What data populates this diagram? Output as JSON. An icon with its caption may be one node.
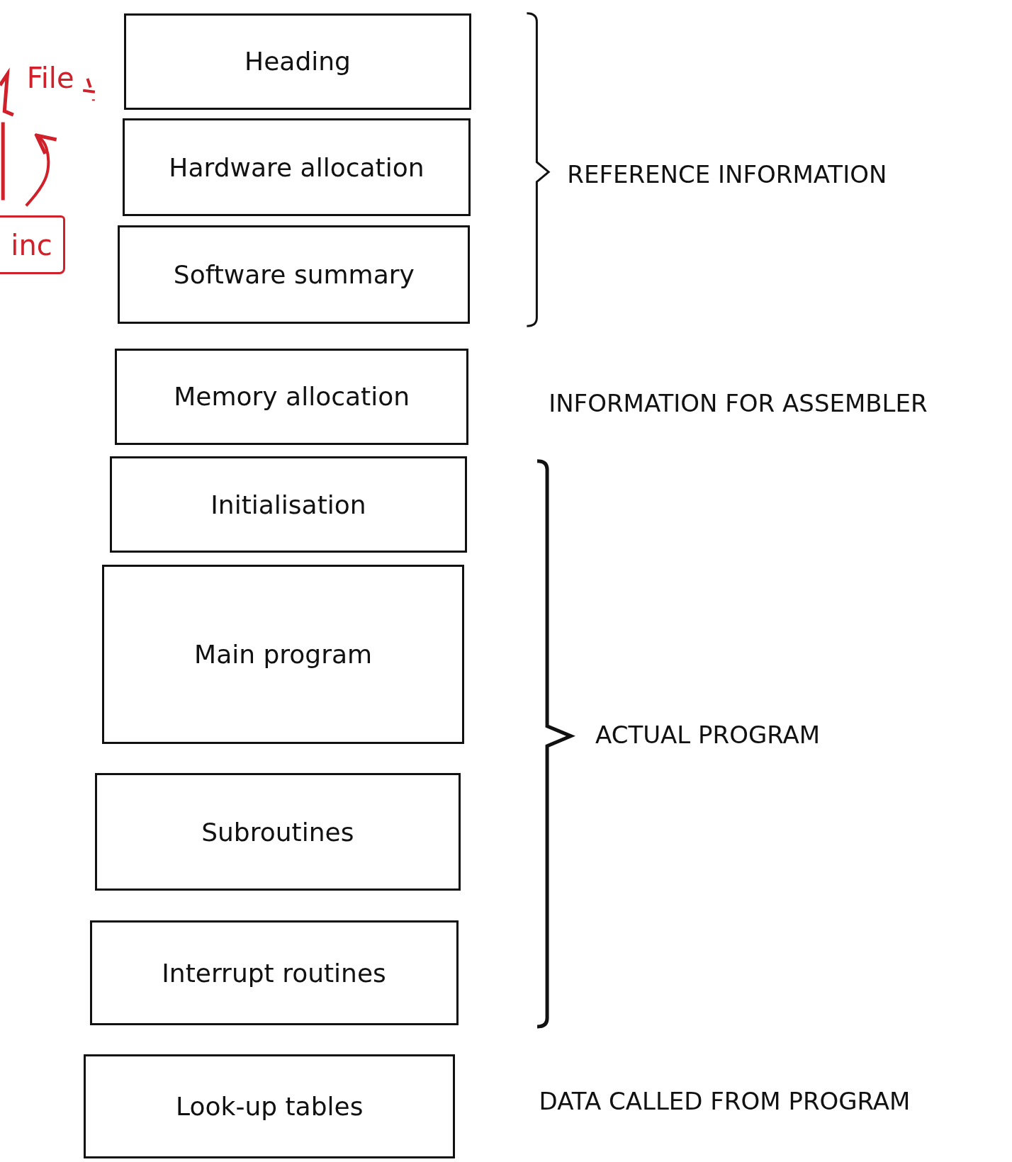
{
  "diagram": {
    "nodes": [
      {
        "text": [
          "File"
        ]
      },
      {
        "text": [
          "inc"
        ]
      },
      {
        "text": [
          "Heading"
        ]
      },
      {
        "text": [
          "Hardware allocation"
        ]
      },
      {
        "text": [
          "Software summary"
        ]
      },
      {
        "text": [
          "Memory allocation"
        ]
      },
      {
        "text": [
          "Initialisation"
        ]
      },
      {
        "text": [
          "Main program"
        ]
      },
      {
        "text": [
          "Subroutines"
        ]
      },
      {
        "text": [
          "Interrupt routines"
        ]
      },
      {
        "text": [
          "Look-up tables"
        ]
      }
    ],
    "edges": [
      {
        "from": 1,
        "to": 0,
        "arrow": "to",
        "color": "#d0202a"
      }
    ],
    "labels": [
      "REFERENCE INFORMATION",
      "INFORMATION FOR ASSEMBLER",
      "ACTUAL PROGRAM",
      "DATA CALLED FROM PROGRAM"
    ]
  }
}
